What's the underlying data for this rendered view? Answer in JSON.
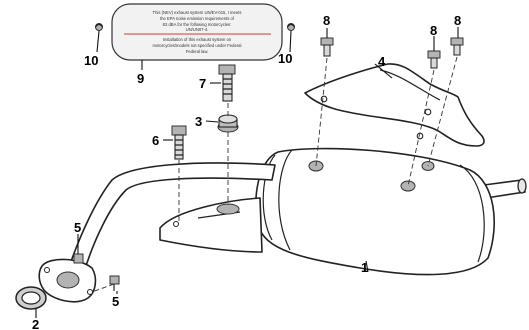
{
  "callouts": {
    "c1": "1",
    "c2": "2",
    "c3": "3",
    "c4": "4",
    "c5a": "5",
    "c5b": "5",
    "c6": "6",
    "c7": "7",
    "c8a": "8",
    "c8b": "8",
    "c8c": "8",
    "c9": "9",
    "c10a": "10",
    "c10b": "10"
  },
  "label": {
    "line1": "This (NEV) exhaust system UN/EV-015, I meets",
    "line2": "the EPA noise emission requirements of",
    "line3": "83 dBA for the following motorcycles:",
    "line4": "UN/UN07-4.",
    "line5": "Installation of this exhaust system on",
    "line6": "motorcycles/models not specified under Federal",
    "line7": "Federal law."
  }
}
